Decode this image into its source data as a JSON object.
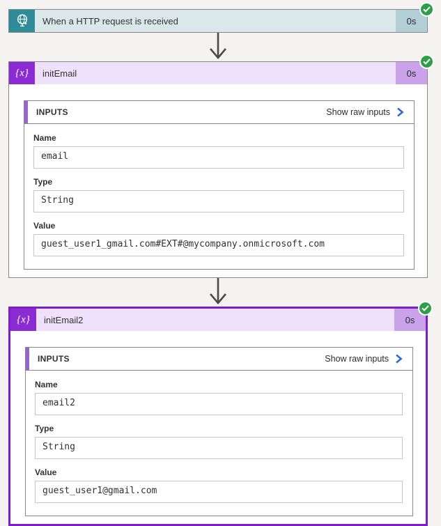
{
  "canvas": {
    "background": "#f4f3f2"
  },
  "colors": {
    "status_green": "#2f9e48",
    "chevron_blue": "#2b6cd4",
    "trigger_icon_bg": "#2e8c98",
    "trigger_header_bg": "#dae8ea",
    "trigger_duration_bg": "#b2cfd5",
    "variable_icon_bg": "#8a2bd3",
    "variable_header_bg": "#efe1fb",
    "variable_duration_bg": "#c9a2e9",
    "selected_border": "#7d1fc9",
    "panel_stripe": "#9a63d3"
  },
  "nodes": [
    {
      "title": "When a HTTP request is received",
      "duration": "0s",
      "status": "succeeded",
      "icon": "http-request-icon"
    },
    {
      "title": "initEmail",
      "duration": "0s",
      "status": "succeeded",
      "icon": "variable-icon",
      "icon_glyph": "{x}",
      "inputs": {
        "heading": "INPUTS",
        "raw_link": "Show raw inputs",
        "fields": [
          {
            "label": "Name",
            "value": "email"
          },
          {
            "label": "Type",
            "value": "String"
          },
          {
            "label": "Value",
            "value": "guest_user1_gmail.com#EXT#@mycompany.onmicrosoft.com"
          }
        ]
      }
    },
    {
      "title": "initEmail2",
      "duration": "0s",
      "status": "succeeded",
      "icon": "variable-icon",
      "icon_glyph": "{x}",
      "selected": true,
      "inputs": {
        "heading": "INPUTS",
        "raw_link": "Show raw inputs",
        "fields": [
          {
            "label": "Name",
            "value": "email2"
          },
          {
            "label": "Type",
            "value": "String"
          },
          {
            "label": "Value",
            "value": "guest_user1@gmail.com"
          }
        ]
      }
    }
  ]
}
